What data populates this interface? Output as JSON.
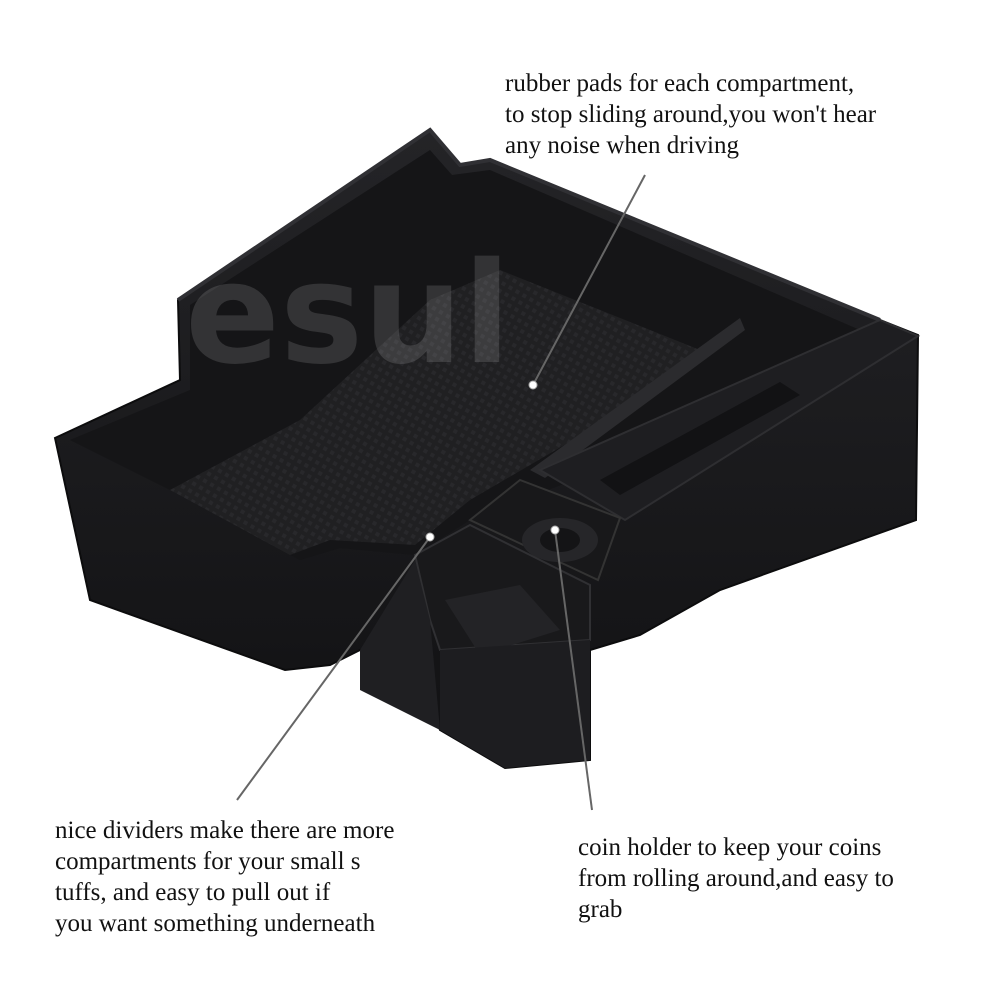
{
  "watermark": "esul",
  "captions": {
    "top": [
      "rubber pads for each compartment,",
      "to stop sliding around,you won't hear",
      "any noise when driving"
    ],
    "left": [
      "nice dividers make there are more",
      "compartments for your small s",
      "tuffs, and easy to pull out if",
      "you want something underneath"
    ],
    "right": [
      "coin holder to keep your coins",
      "from rolling around,and easy to",
      "grab"
    ]
  },
  "colors": {
    "tray": "#1b1b1d",
    "tray_edge": "#2a2a2d",
    "mat": "#222224",
    "callout_line": "#666666"
  }
}
